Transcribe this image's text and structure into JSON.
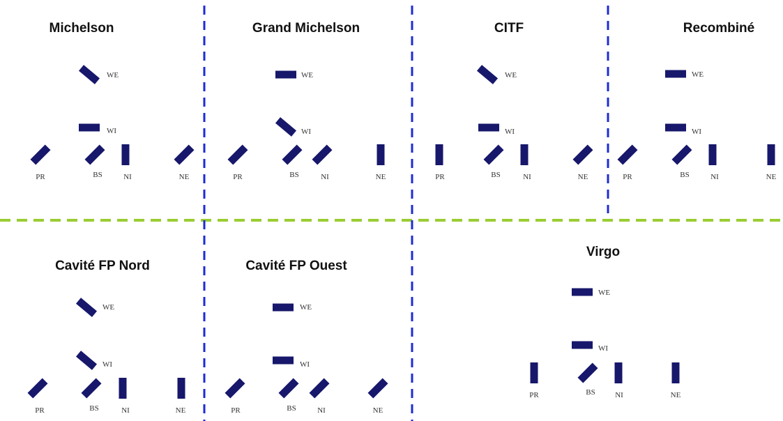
{
  "colors": {
    "mirror": "#17176b",
    "vertical_divider": "#1c2bd6",
    "horizontal_divider": "#9acd32",
    "title": "#111111",
    "label": "#333333"
  },
  "panels": [
    {
      "key": "michelson",
      "title": "Michelson",
      "mirrors": [
        {
          "id": "WE",
          "label": "WE",
          "orient": "diag-down"
        },
        {
          "id": "WI",
          "label": "WI",
          "orient": "horizontal"
        },
        {
          "id": "PR",
          "label": "PR",
          "orient": "diag-up"
        },
        {
          "id": "BS",
          "label": "BS",
          "orient": "diag-up"
        },
        {
          "id": "NI",
          "label": "NI",
          "orient": "vertical"
        },
        {
          "id": "NE",
          "label": "NE",
          "orient": "diag-up"
        }
      ]
    },
    {
      "key": "grand-michelson",
      "title": "Grand Michelson",
      "mirrors": [
        {
          "id": "WE",
          "label": "WE",
          "orient": "horizontal"
        },
        {
          "id": "WI",
          "label": "WI",
          "orient": "diag-down"
        },
        {
          "id": "PR",
          "label": "PR",
          "orient": "diag-up"
        },
        {
          "id": "BS",
          "label": "BS",
          "orient": "diag-up"
        },
        {
          "id": "NI",
          "label": "NI",
          "orient": "diag-up"
        },
        {
          "id": "NE",
          "label": "NE",
          "orient": "vertical"
        }
      ]
    },
    {
      "key": "citf",
      "title": "CITF",
      "mirrors": [
        {
          "id": "WE",
          "label": "WE",
          "orient": "diag-down"
        },
        {
          "id": "WI",
          "label": "WI",
          "orient": "horizontal"
        },
        {
          "id": "PR",
          "label": "PR",
          "orient": "vertical"
        },
        {
          "id": "BS",
          "label": "BS",
          "orient": "diag-up"
        },
        {
          "id": "NI",
          "label": "NI",
          "orient": "vertical"
        },
        {
          "id": "NE",
          "label": "NE",
          "orient": "diag-up"
        }
      ]
    },
    {
      "key": "recombine",
      "title": "Recombiné",
      "mirrors": [
        {
          "id": "WE",
          "label": "WE",
          "orient": "horizontal"
        },
        {
          "id": "WI",
          "label": "WI",
          "orient": "horizontal"
        },
        {
          "id": "PR",
          "label": "PR",
          "orient": "diag-up"
        },
        {
          "id": "BS",
          "label": "BS",
          "orient": "diag-up"
        },
        {
          "id": "NI",
          "label": "NI",
          "orient": "vertical"
        },
        {
          "id": "NE",
          "label": "NE",
          "orient": "vertical"
        }
      ]
    },
    {
      "key": "cavite-fp-nord",
      "title": "Cavité FP Nord",
      "mirrors": [
        {
          "id": "WE",
          "label": "WE",
          "orient": "diag-down"
        },
        {
          "id": "WI",
          "label": "WI",
          "orient": "diag-down"
        },
        {
          "id": "PR",
          "label": "PR",
          "orient": "diag-up"
        },
        {
          "id": "BS",
          "label": "BS",
          "orient": "diag-up"
        },
        {
          "id": "NI",
          "label": "NI",
          "orient": "vertical"
        },
        {
          "id": "NE",
          "label": "NE",
          "orient": "vertical"
        }
      ]
    },
    {
      "key": "cavite-fp-ouest",
      "title": "Cavité FP Ouest",
      "mirrors": [
        {
          "id": "WE",
          "label": "WE",
          "orient": "horizontal"
        },
        {
          "id": "WI",
          "label": "WI",
          "orient": "horizontal"
        },
        {
          "id": "PR",
          "label": "PR",
          "orient": "diag-up"
        },
        {
          "id": "BS",
          "label": "BS",
          "orient": "diag-up"
        },
        {
          "id": "NI",
          "label": "NI",
          "orient": "diag-up"
        },
        {
          "id": "NE",
          "label": "NE",
          "orient": "diag-up"
        }
      ]
    },
    {
      "key": "virgo",
      "title": "Virgo",
      "mirrors": [
        {
          "id": "WE",
          "label": "WE",
          "orient": "horizontal"
        },
        {
          "id": "WI",
          "label": "WI",
          "orient": "horizontal"
        },
        {
          "id": "PR",
          "label": "PR",
          "orient": "vertical"
        },
        {
          "id": "BS",
          "label": "BS",
          "orient": "diag-up"
        },
        {
          "id": "NI",
          "label": "NI",
          "orient": "vertical"
        },
        {
          "id": "NE",
          "label": "NE",
          "orient": "vertical"
        }
      ]
    }
  ]
}
